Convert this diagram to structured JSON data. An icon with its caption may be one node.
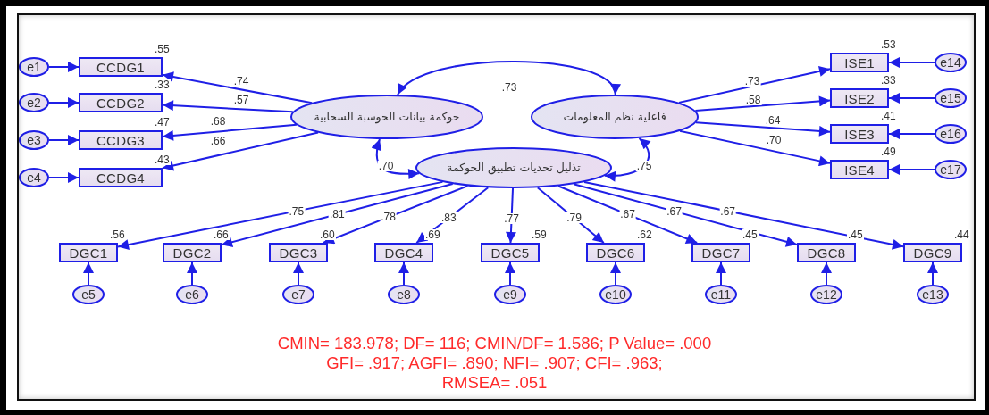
{
  "diagram": {
    "nodes": [
      {
        "text": [
          "حوكمة بيانات الحوسبة السحابية"
        ]
      },
      {
        "text": [
          "فاعلية نظم المعلومات"
        ]
      },
      {
        "text": [
          "تذليل تحديات تطبيق الحوكمة"
        ]
      },
      {
        "text": [
          "CCDG1"
        ],
        "beside": [
          ".55"
        ]
      },
      {
        "text": [
          "CCDG2"
        ],
        "beside": [
          ".33"
        ]
      },
      {
        "text": [
          "CCDG3"
        ],
        "beside": [
          ".47"
        ]
      },
      {
        "text": [
          "CCDG4"
        ],
        "beside": [
          ".43"
        ]
      },
      {
        "text": [
          "e1"
        ]
      },
      {
        "text": [
          "e2"
        ]
      },
      {
        "text": [
          "e3"
        ]
      },
      {
        "text": [
          "e4"
        ]
      },
      {
        "text": [
          "ISE1"
        ],
        "beside": [
          ".53"
        ]
      },
      {
        "text": [
          "ISE2"
        ],
        "beside": [
          ".33"
        ]
      },
      {
        "text": [
          "ISE3"
        ],
        "beside": [
          ".41"
        ]
      },
      {
        "text": [
          "ISE4"
        ],
        "beside": [
          ".49"
        ]
      },
      {
        "text": [
          "e14"
        ]
      },
      {
        "text": [
          "e15"
        ]
      },
      {
        "text": [
          "e16"
        ]
      },
      {
        "text": [
          "e17"
        ]
      },
      {
        "text": [
          "DGC1"
        ],
        "beside": [
          ".56"
        ]
      },
      {
        "text": [
          "DGC2"
        ],
        "beside": [
          ".66"
        ]
      },
      {
        "text": [
          "DGC3"
        ],
        "beside": [
          ".60"
        ]
      },
      {
        "text": [
          "DGC4"
        ],
        "beside": [
          ".69"
        ]
      },
      {
        "text": [
          "DGC5"
        ],
        "beside": [
          ".59"
        ]
      },
      {
        "text": [
          "DGC6"
        ],
        "beside": [
          ".62"
        ]
      },
      {
        "text": [
          "DGC7"
        ],
        "beside": [
          ".45"
        ]
      },
      {
        "text": [
          "DGC8"
        ],
        "beside": [
          ".45"
        ]
      },
      {
        "text": [
          "DGC9"
        ],
        "beside": [
          ".44"
        ]
      },
      {
        "text": [
          "e5"
        ]
      },
      {
        "text": [
          "e6"
        ]
      },
      {
        "text": [
          "e7"
        ]
      },
      {
        "text": [
          "e8"
        ]
      },
      {
        "text": [
          "e9"
        ]
      },
      {
        "text": [
          "e10"
        ]
      },
      {
        "text": [
          "e11"
        ]
      },
      {
        "text": [
          "e12"
        ]
      },
      {
        "text": [
          "e13"
        ]
      }
    ],
    "edges": [
      {
        "from": 0,
        "to": 1,
        "arrow": "both",
        "label": ".73"
      },
      {
        "from": 0,
        "to": 2,
        "arrow": "both",
        "label": ".70"
      },
      {
        "from": 1,
        "to": 2,
        "arrow": "both",
        "label": ".75"
      },
      {
        "from": 0,
        "to": 3,
        "arrow": "to",
        "label": ".74"
      },
      {
        "from": 0,
        "to": 4,
        "arrow": "to",
        "label": ".57"
      },
      {
        "from": 0,
        "to": 5,
        "arrow": "to",
        "label": ".68"
      },
      {
        "from": 0,
        "to": 6,
        "arrow": "to",
        "label": ".66"
      },
      {
        "from": 7,
        "to": 3,
        "arrow": "to"
      },
      {
        "from": 8,
        "to": 4,
        "arrow": "to"
      },
      {
        "from": 9,
        "to": 5,
        "arrow": "to"
      },
      {
        "from": 10,
        "to": 6,
        "arrow": "to"
      },
      {
        "from": 1,
        "to": 11,
        "arrow": "to",
        "label": ".73"
      },
      {
        "from": 1,
        "to": 12,
        "arrow": "to",
        "label": ".58"
      },
      {
        "from": 1,
        "to": 13,
        "arrow": "to",
        "label": ".64"
      },
      {
        "from": 1,
        "to": 14,
        "arrow": "to",
        "label": ".70"
      },
      {
        "from": 15,
        "to": 11,
        "arrow": "to"
      },
      {
        "from": 16,
        "to": 12,
        "arrow": "to"
      },
      {
        "from": 17,
        "to": 13,
        "arrow": "to"
      },
      {
        "from": 18,
        "to": 14,
        "arrow": "to"
      },
      {
        "from": 2,
        "to": 19,
        "arrow": "to",
        "label": ".75"
      },
      {
        "from": 2,
        "to": 20,
        "arrow": "to",
        "label": ".81"
      },
      {
        "from": 2,
        "to": 21,
        "arrow": "to",
        "label": ".78"
      },
      {
        "from": 2,
        "to": 22,
        "arrow": "to",
        "label": ".83"
      },
      {
        "from": 2,
        "to": 23,
        "arrow": "to",
        "label": ".77"
      },
      {
        "from": 2,
        "to": 24,
        "arrow": "to",
        "label": ".79"
      },
      {
        "from": 2,
        "to": 25,
        "arrow": "to",
        "label": ".67"
      },
      {
        "from": 2,
        "to": 26,
        "arrow": "to",
        "label": ".67"
      },
      {
        "from": 2,
        "to": 27,
        "arrow": "to",
        "label": ".67"
      },
      {
        "from": 28,
        "to": 19,
        "arrow": "to"
      },
      {
        "from": 29,
        "to": 20,
        "arrow": "to"
      },
      {
        "from": 30,
        "to": 21,
        "arrow": "to"
      },
      {
        "from": 31,
        "to": 22,
        "arrow": "to"
      },
      {
        "from": 32,
        "to": 23,
        "arrow": "to"
      },
      {
        "from": 33,
        "to": 24,
        "arrow": "to"
      },
      {
        "from": 34,
        "to": 25,
        "arrow": "to"
      },
      {
        "from": 35,
        "to": 26,
        "arrow": "to"
      },
      {
        "from": 36,
        "to": 27,
        "arrow": "to"
      }
    ],
    "labels": [
      "CMIN= 183.978; DF= 116; CMIN/DF= 1.586; P Value= .000",
      "GFI= .917; AGFI= .890; NFI= .907; CFI= .963;",
      "RMSEA= .051"
    ]
  }
}
